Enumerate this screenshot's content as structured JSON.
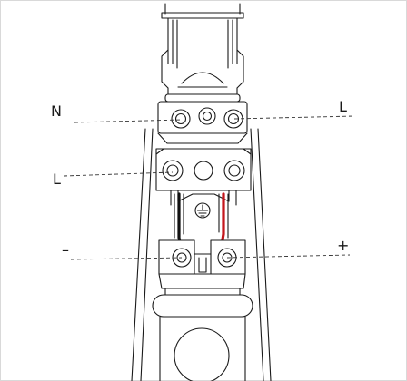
{
  "labels": {
    "neutral": "N",
    "live_top": "L",
    "live_left": "L",
    "negative": "–",
    "positive": "+"
  },
  "wire_colors": {
    "black": "#111111",
    "red": "#c4161c"
  },
  "symbols": {
    "earth": "earth-ground-icon"
  }
}
